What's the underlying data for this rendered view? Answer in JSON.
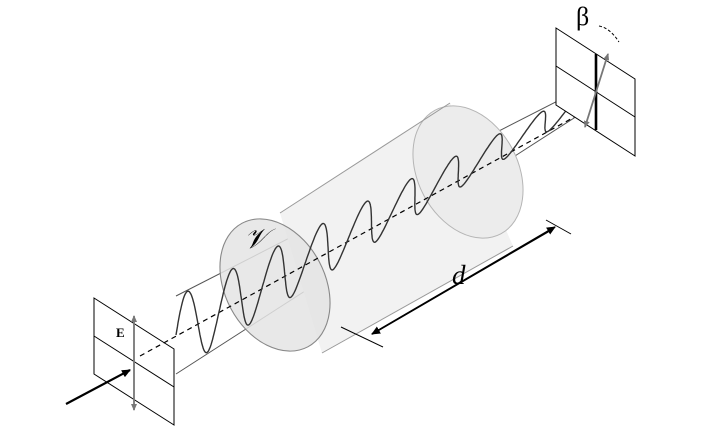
{
  "diagram": {
    "labels": {
      "field": "E",
      "medium": "𝒱",
      "length": "d",
      "rotation_angle": "β"
    },
    "colors": {
      "stroke": "#000000",
      "cylinder_fill": "#eeeeee",
      "cylinder_edge": "#9a9a9a",
      "wave": "#3a3a3a",
      "arrow_gray": "#777777"
    }
  }
}
